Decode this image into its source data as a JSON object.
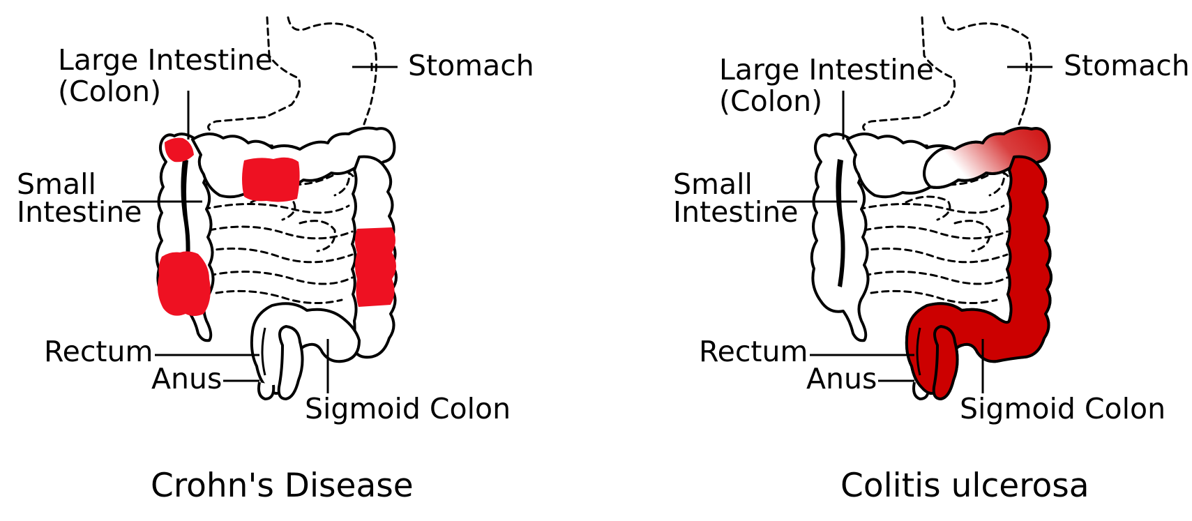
{
  "panels": [
    {
      "caption": "Crohn's Disease",
      "labels": {
        "large_intestine_1": "Large Intestine",
        "large_intestine_2": "(Colon)",
        "stomach": "Stomach",
        "small_intestine_1": "Small",
        "small_intestine_2": "Intestine",
        "rectum": "Rectum",
        "anus": "Anus",
        "sigmoid_colon": "Sigmoid Colon"
      }
    },
    {
      "caption": "Colitis ulcerosa",
      "labels": {
        "large_intestine_1": "Large Intestine",
        "large_intestine_2": "(Colon)",
        "stomach": "Stomach",
        "small_intestine_1": "Small",
        "small_intestine_2": "Intestine",
        "rectum": "Rectum",
        "anus": "Anus",
        "sigmoid_colon": "Sigmoid Colon"
      }
    }
  ],
  "colors": {
    "crohns_inflammation": "#ee1122",
    "colitis_inflammation": "#cc0000",
    "outline": "#000000"
  }
}
